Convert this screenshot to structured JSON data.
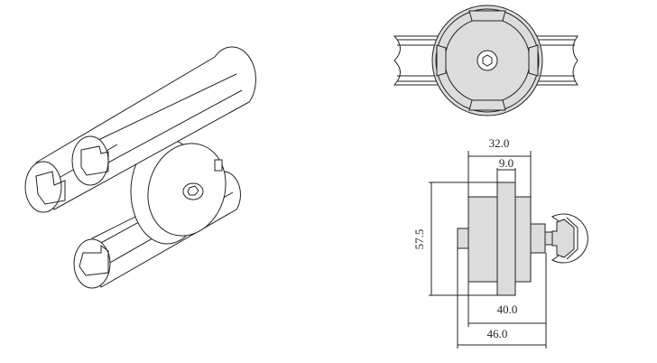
{
  "dimensions": {
    "overall_depth": "32.0",
    "flange_thickness": "9.0",
    "height": "57.5",
    "body_length": "40.0",
    "total_length": "46.0"
  },
  "colors": {
    "fill": "#dcdcdc",
    "line": "#222222"
  }
}
